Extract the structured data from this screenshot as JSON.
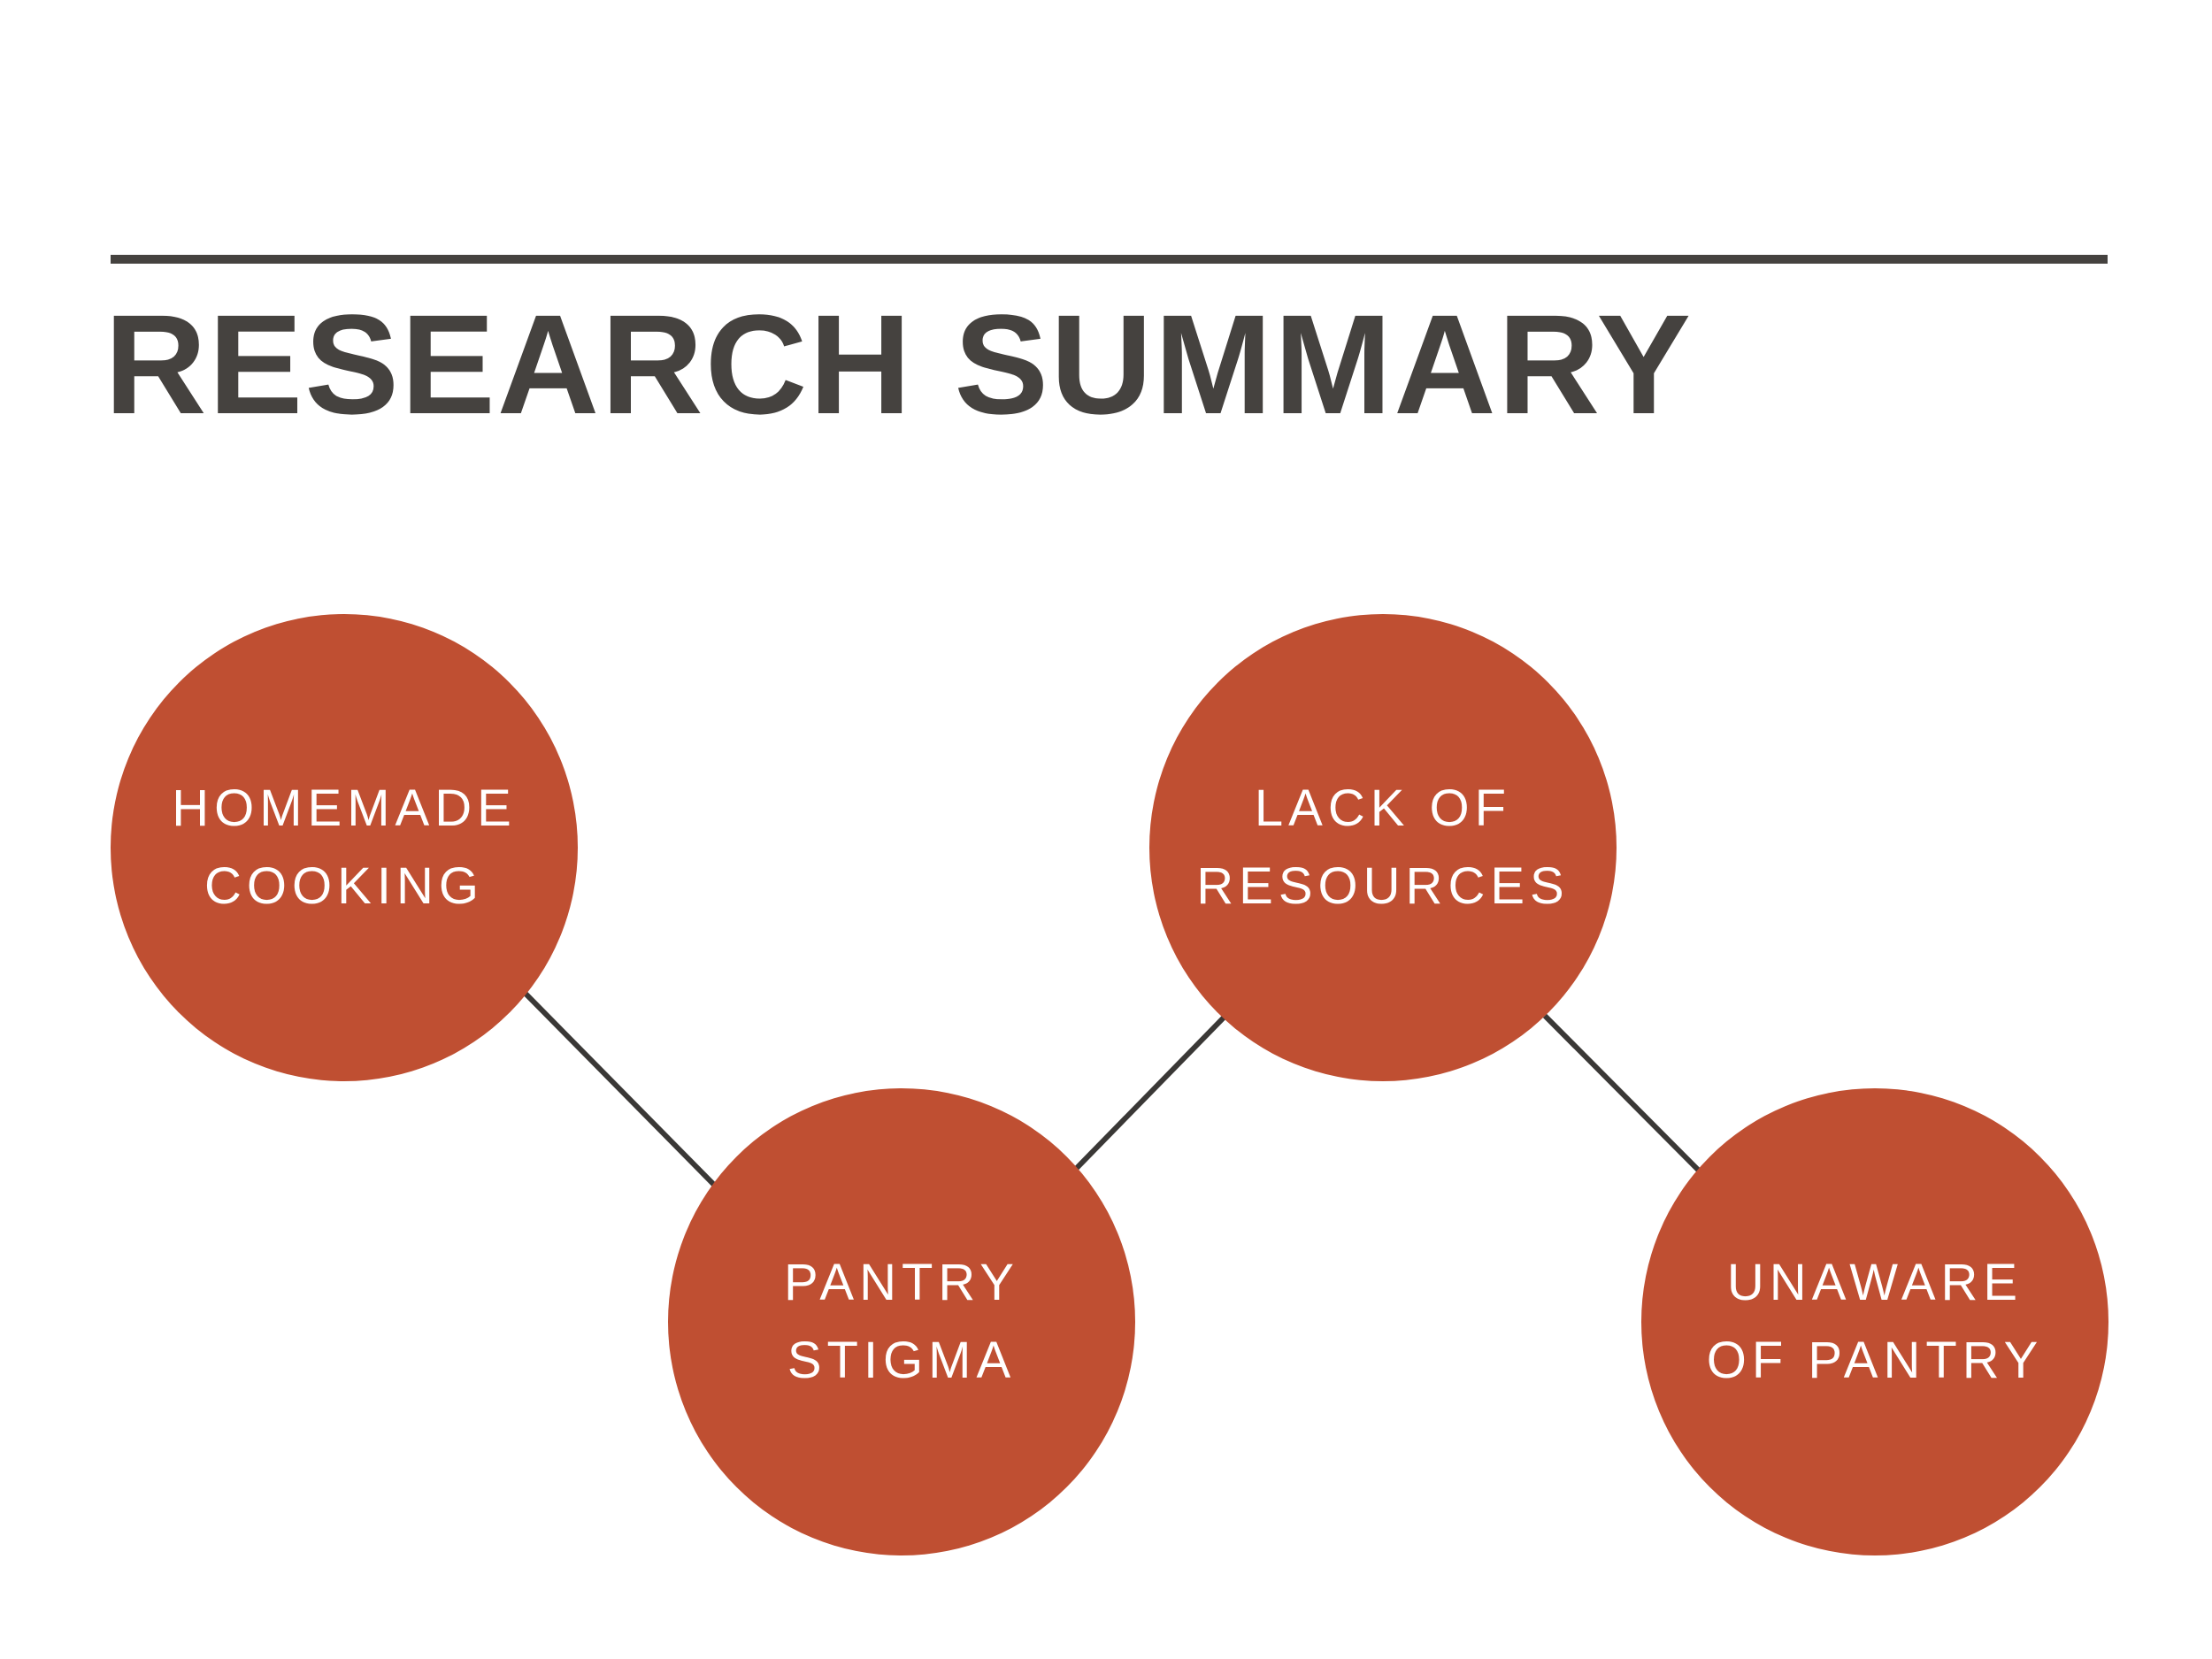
{
  "title": "RESEARCH SUMMARY",
  "colors": {
    "node_fill": "#bf4f32",
    "node_text": "#ffffff",
    "title_text": "#45423f",
    "connector": "#3a3836",
    "rule": "#45423f"
  },
  "nodes": [
    {
      "line1": "HOMEMADE",
      "line2": "COOKING"
    },
    {
      "line1": "PANTRY",
      "line2": "STIGMA"
    },
    {
      "line1": "LACK OF",
      "line2": "RESOURCES"
    },
    {
      "line1": "UNAWARE",
      "line2": "OF PANTRY"
    }
  ]
}
